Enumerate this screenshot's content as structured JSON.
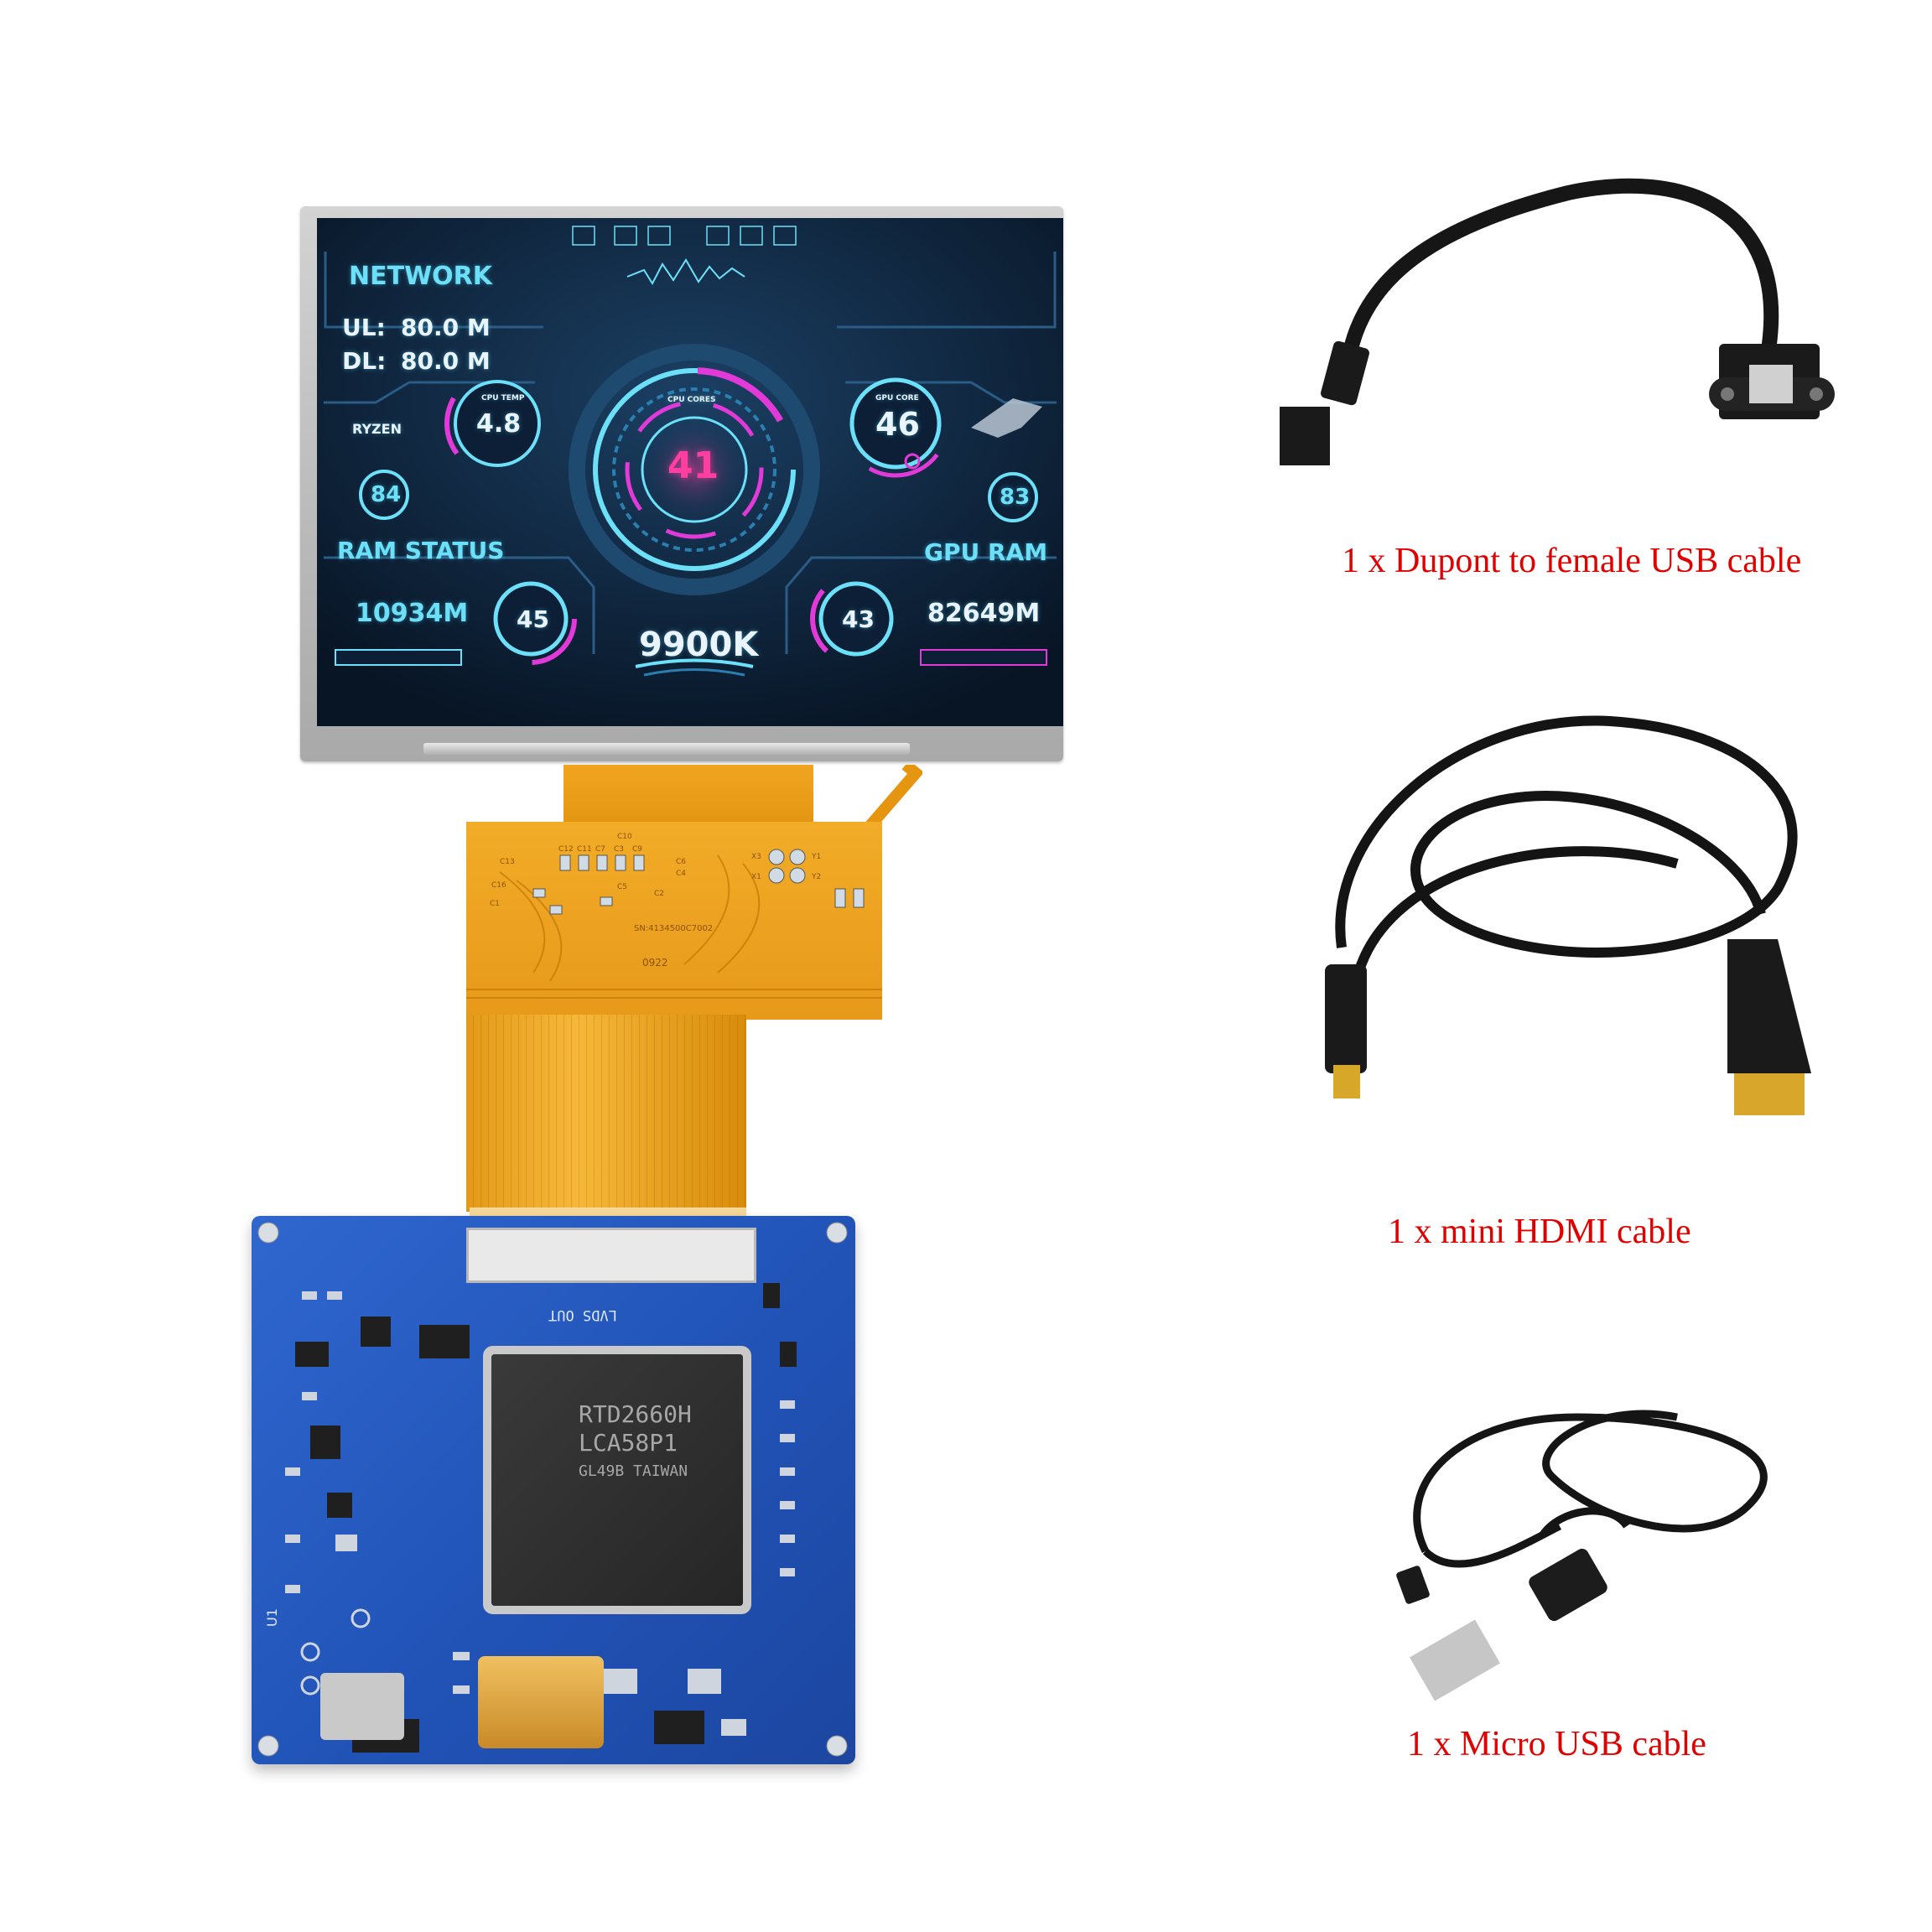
{
  "screen": {
    "network_title": "NETWORK",
    "ul_label": "UL:",
    "ul_value": "80.0 M",
    "dl_label": "DL:",
    "dl_value": "80.0 M",
    "ryzen_logo": "RYZEN",
    "cpu_temp_label": "CPU TEMP",
    "cpu_temp_value": "4.8",
    "cpu_left_value": "84",
    "cpu_core_label": "CPU CORES",
    "cpu_center_value": "41",
    "gpu_core_label": "GPU CORE",
    "gpu_core_value": "46",
    "gpu_right_value": "83",
    "ram_status_label": "RAM STATUS",
    "ram_value": "10934M",
    "ram_gauge_value": "45",
    "gpu_ram_label": "GPU RAM",
    "gpu_ram_gauge_value": "43",
    "gpu_ram_value": "82649M",
    "cpu_model": "9900K"
  },
  "flex": {
    "part_number": "SN:4134500C7002",
    "code": "0922",
    "labels": [
      "C12",
      "C11",
      "C7",
      "C3",
      "C9",
      "C10",
      "C16",
      "C6",
      "C4",
      "C5",
      "C2",
      "C1",
      "C13",
      "X3",
      "Y1",
      "Y2",
      "X1"
    ]
  },
  "pcb": {
    "connector_label": "LVDS OUT",
    "chip_line1": "RTD2660H",
    "chip_line2": "LCA58P1",
    "chip_line3": "GL49B TAIWAN",
    "silk_label": "U1"
  },
  "captions": {
    "usb_dupont": "1 x Dupont to female USB cable",
    "mini_hdmi": "1 x mini HDMI cable",
    "micro_usb": "1 x Micro USB cable"
  },
  "colors": {
    "caption": "#e00000",
    "hud_cyan": "#6ce0f8",
    "hud_magenta": "#e23ad9",
    "pcb_blue": "#2457bf",
    "flex_orange": "#eda01e"
  }
}
